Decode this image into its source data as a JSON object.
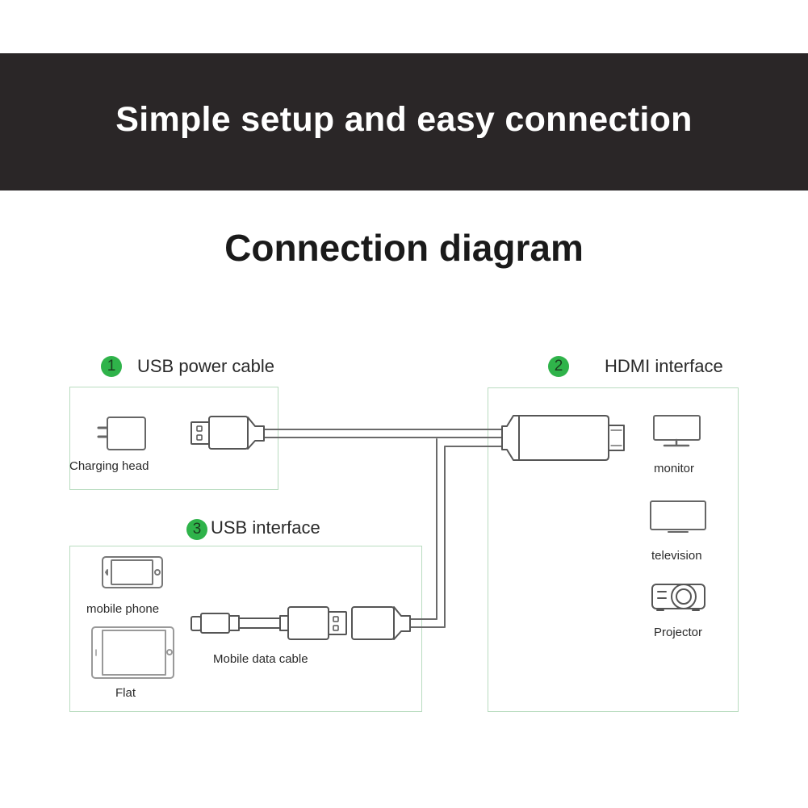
{
  "banner": {
    "title": "Simple setup and easy connection",
    "background": "#2a2627"
  },
  "diagram": {
    "title": "Connection diagram",
    "accent_color": "#2fb34a",
    "box_border_color": "#b9dcc0",
    "sections": [
      {
        "number": "1",
        "label": "USB power cable",
        "items": [
          {
            "icon": "charging-head-icon",
            "caption": "Charging head"
          },
          {
            "icon": "usb-a-plug-icon",
            "caption": ""
          }
        ]
      },
      {
        "number": "2",
        "label": "HDMI interface",
        "items": [
          {
            "icon": "hdmi-plug-icon",
            "caption": ""
          },
          {
            "icon": "monitor-icon",
            "caption": "monitor"
          },
          {
            "icon": "television-icon",
            "caption": "television"
          },
          {
            "icon": "projector-icon",
            "caption": "Projector"
          }
        ]
      },
      {
        "number": "3",
        "label": "USB interface",
        "items": [
          {
            "icon": "mobile-phone-icon",
            "caption": "mobile phone"
          },
          {
            "icon": "tablet-icon",
            "caption": "Flat"
          },
          {
            "icon": "mobile-data-cable-icon",
            "caption": "Mobile data cable"
          },
          {
            "icon": "usb-female-socket-icon",
            "caption": ""
          }
        ]
      }
    ]
  }
}
